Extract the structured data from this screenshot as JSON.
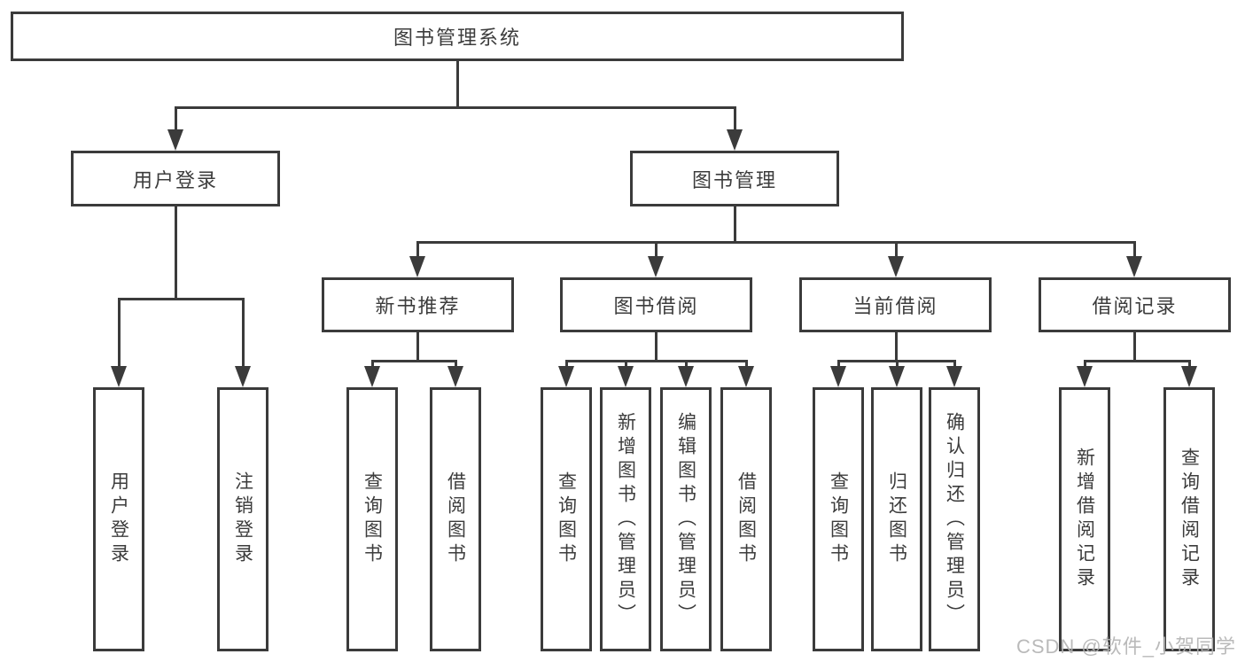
{
  "tree": {
    "root": {
      "label": "图书管理系统",
      "children": [
        {
          "label": "用户登录",
          "children": [
            {
              "label": "用户登录"
            },
            {
              "label": "注销登录"
            }
          ]
        },
        {
          "label": "图书管理",
          "children": [
            {
              "label": "新书推荐",
              "children": [
                {
                  "label": "查询图书"
                },
                {
                  "label": "借阅图书"
                }
              ]
            },
            {
              "label": "图书借阅",
              "children": [
                {
                  "label": "查询图书"
                },
                {
                  "label": "新增图书（管理员）"
                },
                {
                  "label": "编辑图书（管理员）"
                },
                {
                  "label": "借阅图书"
                }
              ]
            },
            {
              "label": "当前借阅",
              "children": [
                {
                  "label": "查询图书"
                },
                {
                  "label": "归还图书"
                },
                {
                  "label": "确认归还（管理员）"
                }
              ]
            },
            {
              "label": "借阅记录",
              "children": [
                {
                  "label": "新增借阅记录"
                },
                {
                  "label": "查询借阅记录"
                }
              ]
            }
          ]
        }
      ]
    }
  },
  "watermark": "CSDN @软件_小贺同学",
  "colors": {
    "line": "#3b3b3b",
    "text": "#3c3c3c",
    "watermark": "#b3b3b3",
    "bg": "#ffffff"
  }
}
